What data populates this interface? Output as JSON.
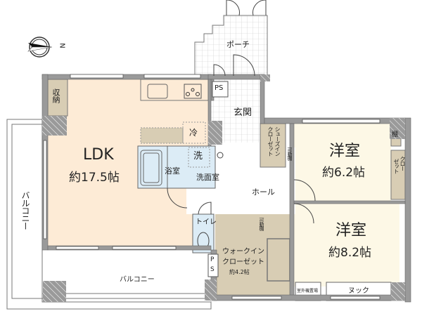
{
  "compass": {
    "label": "N"
  },
  "colors": {
    "ldk": "#fdebd6",
    "bedroom": "#fdf8e6",
    "wet": "#dcecf6",
    "storage": "#d8cdb4",
    "wall": "#9a9a9a",
    "tile": "#ffffff",
    "line": "#555555"
  },
  "rooms": {
    "ldk": {
      "name": "LDK",
      "area": "約17.5帖"
    },
    "bedroom1": {
      "name": "洋室",
      "area": "約6.2帖"
    },
    "bedroom2": {
      "name": "洋室",
      "area": "約8.2帖"
    },
    "bath": {
      "name": "浴室"
    },
    "washroom": {
      "name": "洗面室"
    },
    "toilet": {
      "name": "トイレ"
    },
    "hall": {
      "name": "ホール"
    },
    "entrance": {
      "name": "玄関"
    },
    "porch": {
      "name": "ポーチ"
    },
    "wic": {
      "name": "ウォークイン\nクローゼット",
      "line1": "ウォークイン",
      "line2": "クローゼット",
      "area": "約4.2帖"
    },
    "balcony_side": {
      "name": "バルコニー"
    },
    "balcony_bottom": {
      "name": "バルコニー"
    },
    "nook": {
      "name": "ヌック"
    },
    "outdoor_unit": {
      "name": "室外機置場"
    }
  },
  "fixtures": {
    "storage_ldk": "収納",
    "fridge": "冷",
    "washer": "洗",
    "ps_top": "PS",
    "ps_bottom_p": "P",
    "ps_bottom_s": "S",
    "shoes_closet": "シューズイン\nクローゼット",
    "shoes_closet_l1": "シューズイン",
    "shoes_closet_l2": "クローゼット",
    "movable_shelf_1": "可動棚",
    "movable_shelf_2": "可動棚",
    "shelf": "棚",
    "closet": "クローゼット",
    "closet_l1": "クロー",
    "closet_l2": "ゼット"
  }
}
